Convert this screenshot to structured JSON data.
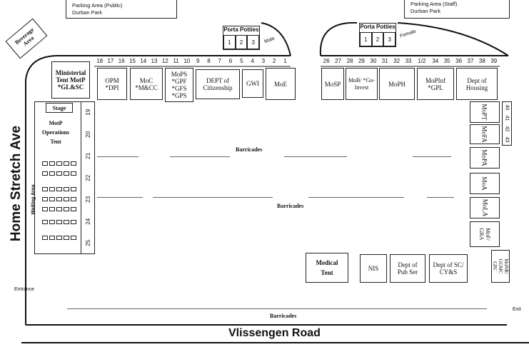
{
  "parking": {
    "public_line1": "Parking Area (Public)",
    "public_line2": "Durban Park",
    "staff_line1": "Parking Area (Staff)",
    "staff_line2": "Durban Park"
  },
  "beverage": "Beverage Area",
  "porta_potties": {
    "left_title": "Porta Potties",
    "right_title": "Porta Potties",
    "left_units": [
      "1",
      "2",
      "3"
    ],
    "right_units": [
      "1",
      "2",
      "3"
    ],
    "male": "Male",
    "female": "Female"
  },
  "booth_numbers_left": [
    "18",
    "17",
    "16",
    "15",
    "14",
    "13",
    "12",
    "11",
    "10",
    "9",
    "8",
    "7",
    "6",
    "5",
    "4",
    "3",
    "2",
    "1"
  ],
  "booth_numbers_right": [
    "26",
    "27",
    "28",
    "29",
    "30",
    "31",
    "32",
    "33",
    "1/2",
    "34",
    "35",
    "36",
    "37",
    "38",
    "39"
  ],
  "booth_numbers_left_side": [
    "19",
    "20",
    "21",
    "22",
    "23",
    "24",
    "25"
  ],
  "booth_numbers_right_side": [
    "40",
    "41",
    "42",
    "43"
  ],
  "tents": {
    "ministerial": "Ministerial Tent MotP *GL&SC",
    "opm": "OPM *DPI",
    "moc": "MoC *M&CC",
    "mops": "MoPS *GPF *GFS *GPS",
    "dept_citizenship": "DEPT of Citizenship",
    "gwi": "GWI",
    "moe": "MoE",
    "mosp": "MoSP",
    "mob": "MoB/ *Go-Invest",
    "moph": "MoPH",
    "mopinf": "MoPInf *GPL",
    "dept_housing": "Dept of Housing",
    "stage": "Stage",
    "ops_tent": "MotP Operations Tent",
    "waiting": "Waiting Area",
    "mopt": "MoPT",
    "mofa": "MoFA",
    "mopa": "MoPA",
    "moa": "MoA",
    "mola": "MoLA",
    "mof": "MoF/ GRA",
    "monr": "MoNR/ GGMC GFC",
    "medical": "Medical Tent",
    "nis": "NIS",
    "pub_ser": "Dept of Pub Ser",
    "dept_sc": "Dept of SC/ CY&S"
  },
  "barricades": [
    "Barricades",
    "Barricades",
    "Barricades"
  ],
  "roads": {
    "home_stretch": "Home Stretch Ave",
    "vlissengen": "Vlissengen Road"
  },
  "entrance": "Entrance",
  "exit": "Exit"
}
